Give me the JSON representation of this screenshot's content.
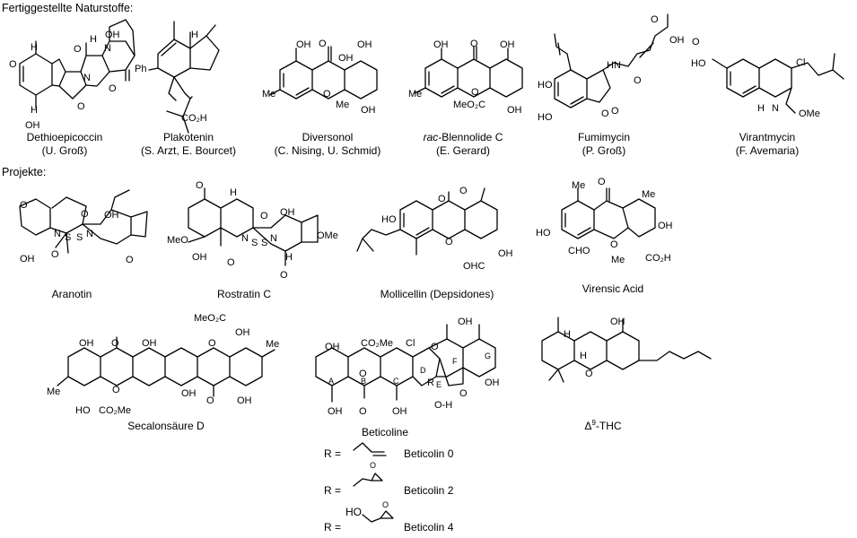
{
  "headings": {
    "synthesized": "Fertiggestellte Naturstoffe:",
    "projects": "Projekte:"
  },
  "compounds_top": [
    {
      "name": "Dethioepicoccin",
      "credit": "(U. Groß)"
    },
    {
      "name": "Plakotenin",
      "credit": "(S. Arzt, E. Bourcet)"
    },
    {
      "name": "Diversonol",
      "credit": "(C. Nising, U. Schmid)"
    },
    {
      "name_prefix": "rac",
      "name": "-Blennolide C",
      "credit": "(E. Gerard)"
    },
    {
      "name": "Fumimycin",
      "credit": "(P. Groß)"
    },
    {
      "name": "Virantmycin",
      "credit": "(F. Avemaria)"
    }
  ],
  "projects_row1": [
    "Aranotin",
    "Rostratin C",
    "Mollicellin (Depsidones)",
    "Virensic Acid"
  ],
  "projects_row2": {
    "secalonsaeure": "Secalonsäure D",
    "beticoline": "Beticoline",
    "thc_symbol": "Δ",
    "thc_sup": "9",
    "thc_rest": "-THC"
  },
  "beticolin_variants": {
    "r_label": "R =",
    "items": [
      "Beticolin 0",
      "Beticolin 2",
      "Beticolin 4"
    ],
    "ho_label": "HO"
  },
  "ring_letters": [
    "A",
    "B",
    "C",
    "D",
    "E",
    "F",
    "G"
  ],
  "atom_labels": {
    "OH": "OH",
    "O": "O",
    "H": "H",
    "N": "N",
    "S": "S",
    "Me": "Me",
    "Cl": "Cl",
    "Ph": "Ph",
    "CO2H": "CO₂H",
    "CO2Me": "CO₂Me",
    "MeO2C": "MeO₂C",
    "MeO": "MeO",
    "OMe": "OMe",
    "CHO": "CHO",
    "OHC": "OHC",
    "HO": "HO",
    "HN": "HN",
    "R": "R",
    "OH_H": "O-H"
  }
}
